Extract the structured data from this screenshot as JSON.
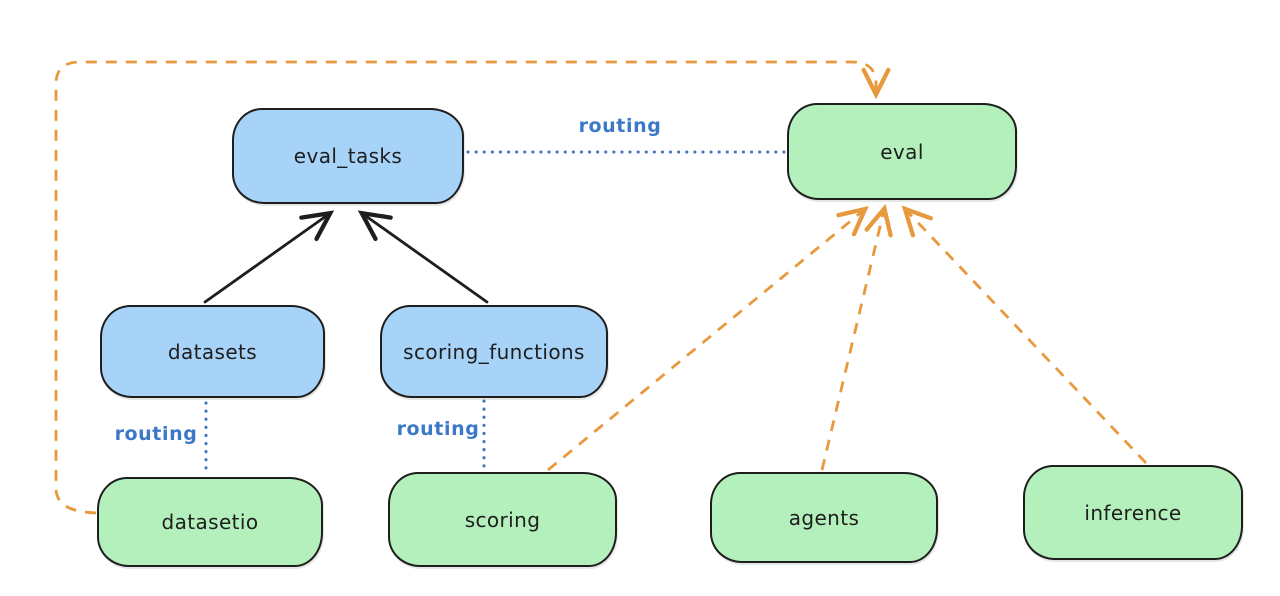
{
  "diagram": {
    "background": "#ffffff",
    "nodes": {
      "eval_tasks": {
        "label": "eval_tasks",
        "fill": "#a6d3f7"
      },
      "eval": {
        "label": "eval",
        "fill": "#b3f0bc"
      },
      "datasets": {
        "label": "datasets",
        "fill": "#a6d3f7"
      },
      "scoring_functions": {
        "label": "scoring_functions",
        "fill": "#a6d3f7"
      },
      "datasetio": {
        "label": "datasetio",
        "fill": "#b3f0bc"
      },
      "scoring": {
        "label": "scoring",
        "fill": "#b3f0bc"
      },
      "agents": {
        "label": "agents",
        "fill": "#b3f0bc"
      },
      "inference": {
        "label": "inference",
        "fill": "#b3f0bc"
      }
    },
    "edges": [
      {
        "from": "datasets",
        "to": "eval_tasks",
        "style": "solid",
        "color": "#1e1e1e",
        "arrow": "end"
      },
      {
        "from": "scoring_functions",
        "to": "eval_tasks",
        "style": "solid",
        "color": "#1e1e1e",
        "arrow": "end"
      },
      {
        "from": "eval_tasks",
        "to": "eval",
        "style": "dotted",
        "color": "#3b78c8",
        "label": "routing",
        "arrow": "none"
      },
      {
        "from": "datasets",
        "to": "datasetio",
        "style": "dotted",
        "color": "#3b78c8",
        "label": "routing",
        "arrow": "none"
      },
      {
        "from": "scoring_functions",
        "to": "scoring",
        "style": "dotted",
        "color": "#3b78c8",
        "label": "routing",
        "arrow": "none"
      },
      {
        "from": "datasetio",
        "to": "eval",
        "style": "dashed",
        "color": "#e9993d",
        "arrow": "end",
        "route": "around-left-and-top"
      },
      {
        "from": "scoring",
        "to": "eval",
        "style": "dashed",
        "color": "#e9993d",
        "arrow": "end"
      },
      {
        "from": "agents",
        "to": "eval",
        "style": "dashed",
        "color": "#e9993d",
        "arrow": "end"
      },
      {
        "from": "inference",
        "to": "eval",
        "style": "dashed",
        "color": "#e9993d",
        "arrow": "end"
      }
    ],
    "colors": {
      "node_border": "#1e1e1e",
      "blue_fill": "#a6d3f7",
      "green_fill": "#b3f0bc",
      "routing_blue": "#3b78c8",
      "orange_dashed": "#e9993d",
      "black_edge": "#1e1e1e"
    }
  }
}
